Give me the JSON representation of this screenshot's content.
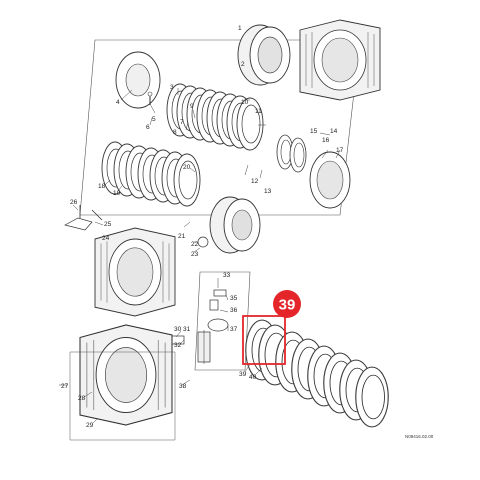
{
  "diagram": {
    "labels": [
      {
        "id": "1",
        "text": "1"
      },
      {
        "id": "2",
        "text": "2"
      },
      {
        "id": "3",
        "text": "3"
      },
      {
        "id": "4",
        "text": "4"
      },
      {
        "id": "5",
        "text": "5"
      },
      {
        "id": "6",
        "text": "6"
      },
      {
        "id": "7",
        "text": "7"
      },
      {
        "id": "8",
        "text": "8"
      },
      {
        "id": "9",
        "text": "9"
      },
      {
        "id": "10",
        "text": "10"
      },
      {
        "id": "11",
        "text": "11"
      },
      {
        "id": "12",
        "text": "12"
      },
      {
        "id": "13",
        "text": "13"
      },
      {
        "id": "14",
        "text": "14"
      },
      {
        "id": "15",
        "text": "15"
      },
      {
        "id": "16",
        "text": "16"
      },
      {
        "id": "17",
        "text": "17"
      },
      {
        "id": "18",
        "text": "18"
      },
      {
        "id": "19",
        "text": "19"
      },
      {
        "id": "20",
        "text": "20"
      },
      {
        "id": "21",
        "text": "21"
      },
      {
        "id": "22",
        "text": "22"
      },
      {
        "id": "23",
        "text": "23"
      },
      {
        "id": "24",
        "text": "24"
      },
      {
        "id": "25",
        "text": "25"
      },
      {
        "id": "26",
        "text": "26"
      },
      {
        "id": "27",
        "text": "27"
      },
      {
        "id": "28",
        "text": "28"
      },
      {
        "id": "29",
        "text": "29"
      },
      {
        "id": "30",
        "text": "30"
      },
      {
        "id": "31",
        "text": "31"
      },
      {
        "id": "32",
        "text": "32"
      },
      {
        "id": "33",
        "text": "33"
      },
      {
        "id": "35",
        "text": "35"
      },
      {
        "id": "36",
        "text": "36"
      },
      {
        "id": "37",
        "text": "37"
      },
      {
        "id": "38",
        "text": "38"
      },
      {
        "id": "39",
        "text": "39"
      },
      {
        "id": "40",
        "text": "40"
      }
    ],
    "highlight": {
      "badge_text": "39",
      "badge_color": "#e4262b",
      "box_color": "#e4262b"
    },
    "reference_code": "N09416.02.00"
  }
}
